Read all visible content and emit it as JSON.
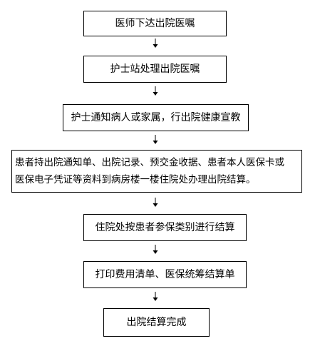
{
  "flow": {
    "steps": [
      {
        "text": "医师下达出院医嘱"
      },
      {
        "text": "护士站处理出院医嘱"
      },
      {
        "text": "护士通知病人或家属，行出院健康宣教"
      },
      {
        "lines": [
          "患者持出院通知单、出院记录、预交金收据、患者本人医保卡或",
          "医保电子凭证等资料到病房楼一楼住院处办理出院结算。"
        ]
      },
      {
        "text": "住院处按患者参保类别进行结算"
      },
      {
        "text": "打印费用清单、医保统筹结算单"
      },
      {
        "text": "出院结算完成"
      }
    ]
  }
}
